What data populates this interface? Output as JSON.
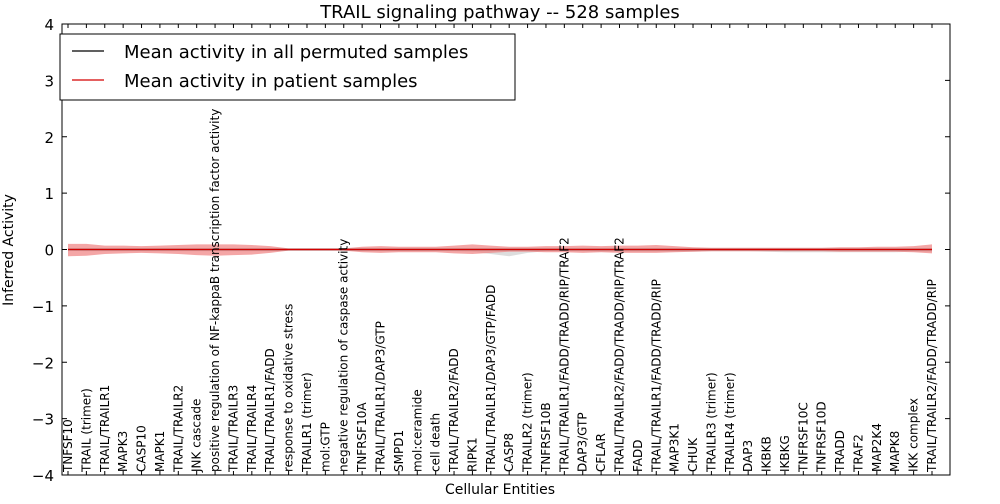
{
  "chart_data": {
    "type": "line",
    "title": "TRAIL signaling pathway -- 528 samples",
    "xlabel": "Cellular Entities",
    "ylabel": "Inferred Activity",
    "ylim": [
      -4,
      4
    ],
    "yticks": [
      "4",
      "3",
      "2",
      "1",
      "0",
      "−1",
      "−2",
      "−3",
      "−4"
    ],
    "grid": false,
    "legend_position": "top-left",
    "categories": [
      "TNFSF10",
      "TRAIL (trimer)",
      "TRAIL/TRAILR1",
      "MAPK3",
      "CASP10",
      "MAPK1",
      "TRAIL/TRAILR2",
      "JNK cascade",
      "positive regulation of NF-kappaB transcription factor activity",
      "TRAIL/TRAILR3",
      "TRAIL/TRAILR4",
      "TRAIL/TRAILR1/FADD",
      "response to oxidative stress",
      "TRAILR1 (trimer)",
      "mol:GTP",
      "negative regulation of caspase activity",
      "TNFRSF10A",
      "TRAIL/TRAILR1/DAP3/GTP",
      "SMPD1",
      "mol:ceramide",
      "cell death",
      "TRAIL/TRAILR2/FADD",
      "RIPK1",
      "TRAIL/TRAILR1/DAP3/GTP/FADD",
      "CASP8",
      "TRAILR2 (trimer)",
      "TNFRSF10B",
      "TRAIL/TRAILR1/FADD/TRADD/RIP/TRAF2",
      "DAP3/GTP",
      "CFLAR",
      "TRAIL/TRAILR2/FADD/TRADD/RIP/TRAF2",
      "FADD",
      "TRAIL/TRAILR1/FADD/TRADD/RIP",
      "MAP3K1",
      "CHUK",
      "TRAILR3 (trimer)",
      "TRAILR4 (trimer)",
      "DAP3",
      "IKBKB",
      "IKBKG",
      "TNFRSF10C",
      "TNFRSF10D",
      "TRADD",
      "TRAF2",
      "MAP2K4",
      "MAPK8",
      "IKK complex",
      "TRAIL/TRAILR2/FADD/TRADD/RIP"
    ],
    "series": [
      {
        "name": "Mean activity in all permuted samples",
        "color": "#000000",
        "band_color": "#d9d9d9",
        "values": [
          0,
          0,
          0,
          0,
          0,
          0,
          0,
          0,
          0,
          0,
          0,
          0,
          0,
          0,
          0,
          0,
          0,
          0,
          0,
          0,
          0,
          0,
          0,
          0,
          0,
          0,
          0,
          0,
          0,
          0,
          0,
          0,
          0,
          0,
          0,
          0,
          0,
          0,
          0,
          0,
          0,
          0,
          0,
          0,
          0,
          0,
          0,
          0
        ],
        "upper": [
          0.02,
          0.02,
          0.02,
          0.02,
          0.02,
          0.02,
          0.02,
          0.02,
          0.02,
          0.02,
          0.02,
          0.02,
          0.02,
          0.02,
          0.02,
          0.02,
          0.02,
          0.02,
          0.02,
          0.02,
          0.02,
          0.02,
          0.02,
          0.02,
          0.02,
          0.02,
          0.02,
          0.02,
          0.02,
          0.02,
          0.02,
          0.02,
          0.02,
          0.02,
          0.02,
          0.02,
          0.02,
          0.02,
          0.02,
          0.02,
          0.02,
          0.02,
          0.02,
          0.02,
          0.02,
          0.02,
          0.02,
          0.02
        ],
        "lower": [
          -0.02,
          -0.03,
          -0.03,
          -0.03,
          -0.03,
          -0.03,
          -0.03,
          -0.03,
          -0.03,
          -0.03,
          -0.03,
          -0.03,
          -0.02,
          -0.02,
          -0.02,
          -0.02,
          -0.03,
          -0.03,
          -0.03,
          -0.03,
          -0.03,
          -0.03,
          -0.04,
          -0.08,
          -0.12,
          -0.06,
          -0.03,
          -0.03,
          -0.03,
          -0.04,
          -0.04,
          -0.04,
          -0.04,
          -0.04,
          -0.04,
          -0.03,
          -0.03,
          -0.03,
          -0.04,
          -0.05,
          -0.05,
          -0.05,
          -0.05,
          -0.05,
          -0.05,
          -0.05,
          -0.04,
          -0.04
        ]
      },
      {
        "name": "Mean activity in patient samples",
        "color": "#d40000",
        "band_color": "#f08080",
        "values": [
          0,
          0,
          0,
          0,
          0,
          0,
          0,
          0,
          0,
          0,
          0,
          0,
          0,
          0,
          0,
          0,
          0,
          0,
          0,
          0,
          0,
          0,
          0,
          0,
          0,
          0,
          0,
          0,
          0,
          0,
          0,
          0,
          0,
          0,
          0,
          0,
          0,
          0,
          0,
          0,
          0,
          0,
          0,
          0,
          0,
          0,
          0,
          0
        ],
        "upper": [
          0.1,
          0.1,
          0.07,
          0.07,
          0.06,
          0.07,
          0.08,
          0.09,
          0.09,
          0.09,
          0.08,
          0.06,
          0.02,
          0.02,
          0.02,
          0.02,
          0.05,
          0.06,
          0.05,
          0.05,
          0.05,
          0.07,
          0.09,
          0.07,
          0.05,
          0.05,
          0.06,
          0.06,
          0.07,
          0.06,
          0.07,
          0.07,
          0.08,
          0.06,
          0.04,
          0.03,
          0.03,
          0.03,
          0.03,
          0.03,
          0.03,
          0.03,
          0.04,
          0.04,
          0.05,
          0.05,
          0.06,
          0.09
        ],
        "lower": [
          -0.12,
          -0.11,
          -0.08,
          -0.07,
          -0.06,
          -0.07,
          -0.08,
          -0.1,
          -0.11,
          -0.1,
          -0.09,
          -0.06,
          -0.02,
          -0.02,
          -0.02,
          -0.02,
          -0.05,
          -0.06,
          -0.05,
          -0.05,
          -0.05,
          -0.07,
          -0.08,
          -0.06,
          -0.04,
          -0.04,
          -0.05,
          -0.05,
          -0.06,
          -0.05,
          -0.06,
          -0.06,
          -0.06,
          -0.05,
          -0.04,
          -0.03,
          -0.03,
          -0.03,
          -0.03,
          -0.03,
          -0.03,
          -0.03,
          -0.04,
          -0.04,
          -0.04,
          -0.04,
          -0.05,
          -0.07
        ]
      }
    ]
  }
}
